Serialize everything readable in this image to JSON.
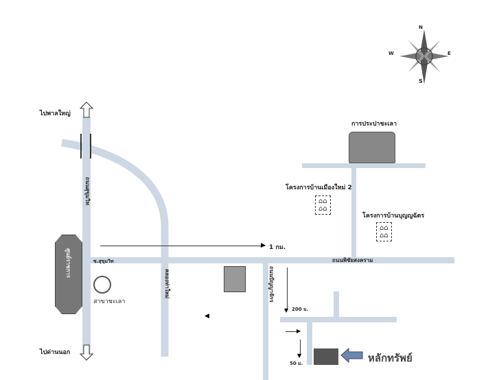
{
  "compass": {
    "n": "N",
    "e": "E",
    "s": "S",
    "w": "W"
  },
  "labels": {
    "to_north": "ไปพาลใหญ่",
    "to_south": "ไปด่านนอก",
    "main_road": "ถนนสุขุมวิท",
    "government_center": "ศูนย์ราชการ",
    "soi": "ซ.สุขุมวิท",
    "bank_branch": "สาขาชะเลา",
    "canal_road": "คลองท่าใหม่",
    "distance_1km": "1 กม.",
    "pichai_road": "ถนนพิชัยสงคราม",
    "side_road": "ถนนปัญญาจักร",
    "distance_200m": "200 ม.",
    "distance_50m": "50 ม.",
    "waterworks": "การประปาชะเลา",
    "project1": "โครงการบ้านเมืองใหม่ 2",
    "project2": "โครงการบ้านบุญญฉัตร",
    "property": "หลักทรัพย์"
  },
  "colors": {
    "road": "#cdd8e4",
    "property": "#555555",
    "arrow": "#6a88b0"
  }
}
